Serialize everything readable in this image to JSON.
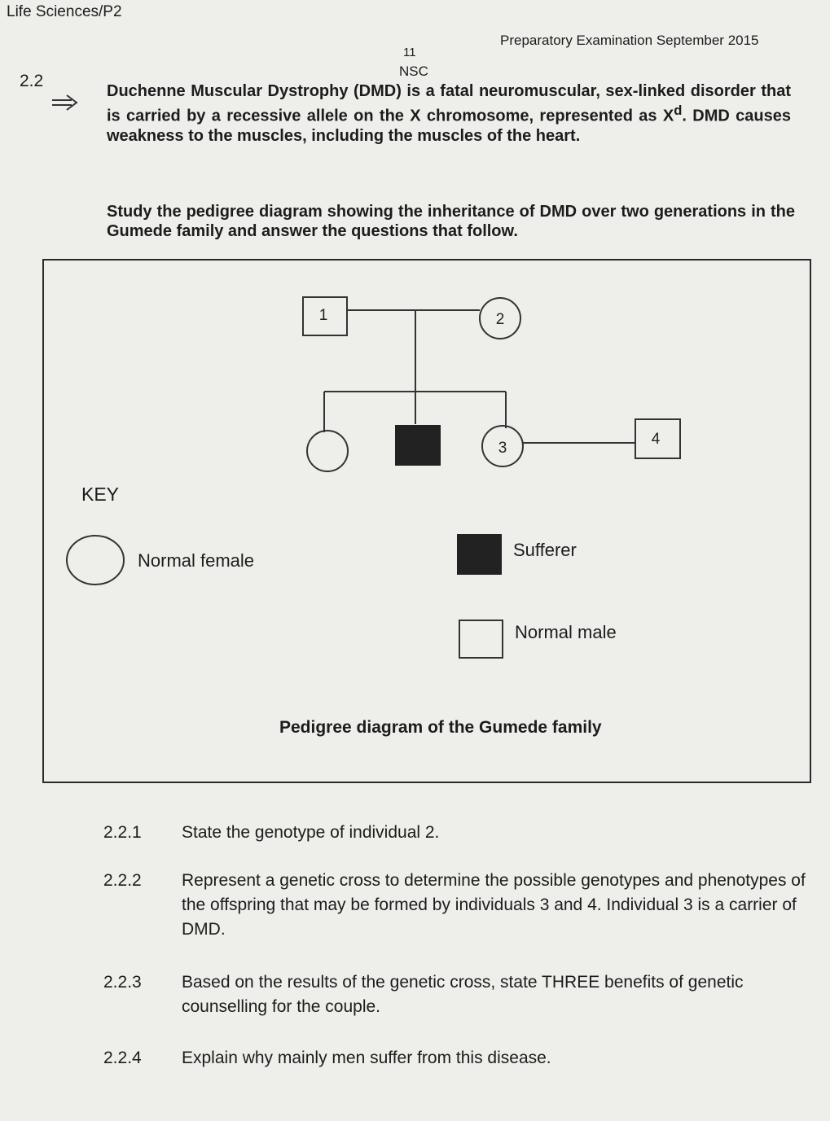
{
  "header": {
    "subject": "Life Sciences/P2",
    "page_number": "11",
    "board": "NSC",
    "exam_title": "Preparatory Examination September 2015"
  },
  "question": {
    "number": "2.2",
    "intro": "Duchenne Muscular Dystrophy (DMD) is a fatal neuromuscular, sex-linked disorder that is carried by a recessive allele on the X chromosome, represented as X",
    "intro_superscript": "d",
    "intro_end": ". DMD causes weakness to the muscles, including the muscles of the heart.",
    "instruction": "Study the pedigree diagram showing the inheritance of DMD over two generations in the Gumede family and answer the questions that follow."
  },
  "pedigree": {
    "individuals": {
      "ind1": "1",
      "ind2": "2",
      "ind3": "3",
      "ind4": "4"
    },
    "key_title": "KEY",
    "key": {
      "normal_female": "Normal female",
      "sufferer": "Sufferer",
      "normal_male": "Normal male"
    },
    "caption": "Pedigree diagram of the Gumede family"
  },
  "subquestions": [
    {
      "number": "2.2.1",
      "text": "State the genotype of individual 2."
    },
    {
      "number": "2.2.2",
      "text": "Represent a genetic cross to determine the possible genotypes and phenotypes of the offspring that may be formed by individuals 3 and 4. Individual 3 is a carrier of DMD."
    },
    {
      "number": "2.2.3",
      "text": "Based on the results of the genetic cross, state THREE benefits of genetic counselling for the couple."
    },
    {
      "number": "2.2.4",
      "text": "Explain why mainly men suffer from this disease."
    }
  ],
  "colors": {
    "paper": "#eeeeeb",
    "ink": "#1c1c1c",
    "sufferer_fill": "#222222"
  }
}
